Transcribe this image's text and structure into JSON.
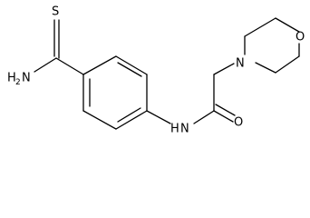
{
  "labels": {
    "thione_s": "S",
    "amide_n_main": "N",
    "amide_n_h": "H",
    "amide_n_h2": "2",
    "anilide_nh_h": "H",
    "anilide_nh_n": "N",
    "carbonyl_o": "O",
    "morpholine_n": "N",
    "morpholine_o": "O"
  },
  "colors": {
    "bond": "#000000",
    "text": "#000000",
    "background": "#ffffff"
  }
}
